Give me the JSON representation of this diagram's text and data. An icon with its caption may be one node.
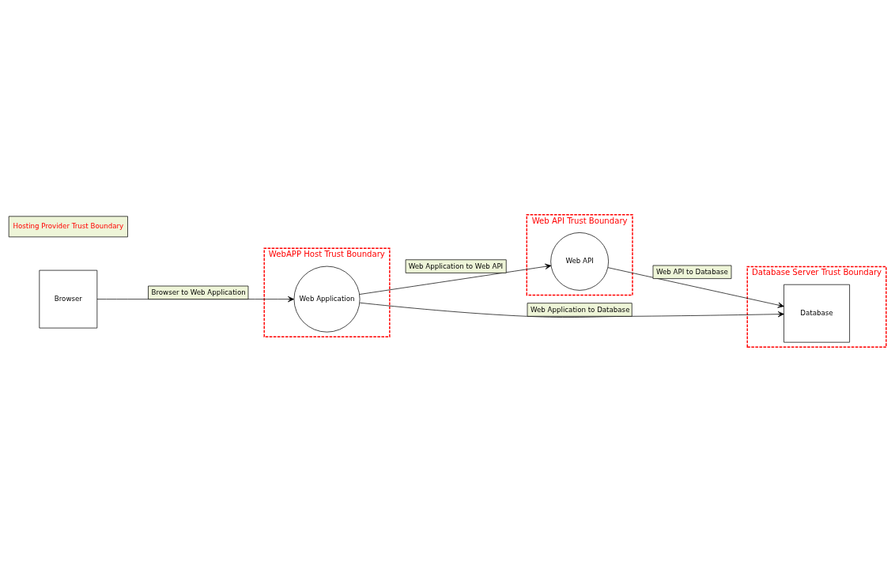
{
  "diagram": {
    "nodes": [
      {
        "text": [
          "Browser"
        ]
      },
      {
        "text": [
          "WebAPP Host Trust Boundary"
        ]
      },
      {
        "text": [
          "Web Application"
        ],
        "in": 1
      },
      {
        "text": [
          "Web API Trust Boundary"
        ]
      },
      {
        "text": [
          "Web API"
        ],
        "in": 3
      },
      {
        "text": [
          "Database Server Trust Boundary"
        ]
      },
      {
        "text": [
          "Database"
        ],
        "in": 5
      },
      {
        "text": [
          "Hosting Provider Trust Boundary"
        ]
      }
    ],
    "edges": [
      {
        "from": 0,
        "to": 2,
        "arrow": "to",
        "label": "Browser to Web Application"
      },
      {
        "from": 2,
        "to": 4,
        "arrow": "to",
        "label": "Web Application to Web API"
      },
      {
        "from": 4,
        "to": 6,
        "arrow": "to",
        "label": "Web API to Database"
      },
      {
        "from": 2,
        "to": 6,
        "arrow": "to",
        "label": "Web Application to Database"
      }
    ]
  }
}
